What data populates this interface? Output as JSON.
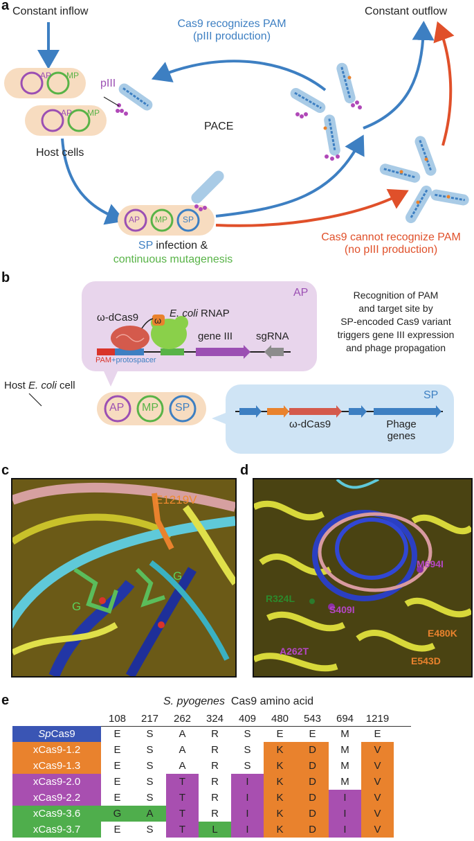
{
  "panels": {
    "a": "a",
    "b": "b",
    "c": "c",
    "d": "d",
    "e": "e"
  },
  "panel_a": {
    "constant_inflow": "Constant inflow",
    "constant_outflow": "Constant outflow",
    "recognize_line1": "Cas9 recognizes PAM",
    "recognize_line2": "(pIII production)",
    "pIII": "pIII",
    "pace": "PACE",
    "host_cells": "Host cells",
    "sp_word": "SP",
    "infection_rest": " infection &",
    "mutagenesis": "continuous mutagenesis",
    "cannot_line1": "Cas9 cannot recognize PAM",
    "cannot_line2": "(no pIII production)",
    "plasmids": {
      "ap": "AP",
      "mp": "MP",
      "sp": "SP"
    }
  },
  "panel_b": {
    "ap_label": "AP",
    "sp_label": "SP",
    "dcas9": "ω-dCas9",
    "omega": "ω",
    "ecoli_italic": "E. coli",
    "rnap": " RNAP",
    "gene_iii": "gene III",
    "sgrna": "sgRNA",
    "pam": "PAM",
    "protospacer": "+protospacer",
    "host_prefix": "Host ",
    "host_italic": "E. coli",
    "host_suffix": " cell",
    "recognition": [
      "Recognition of PAM",
      "and target site by",
      "SP-encoded Cas9 variant",
      "triggers gene III expression",
      "and phage propagation"
    ],
    "sp_dcas9": "ω-dCas9",
    "phage_line1": "Phage",
    "phage_line2": "genes"
  },
  "panel_c": {
    "mutation": "E1219V",
    "g_left": "G",
    "g_right": "G"
  },
  "panel_d": {
    "mutations": [
      "M694I",
      "R324L",
      "S409I",
      "E480K",
      "A262T",
      "E543D"
    ]
  },
  "panel_e": {
    "species": "S. pyogenes",
    "header_rest": "  Cas9 amino acid",
    "positions": [
      "108",
      "217",
      "262",
      "324",
      "409",
      "480",
      "543",
      "694",
      "1219"
    ],
    "rows": [
      {
        "name_italic": "Sp",
        "name": "Cas9",
        "cells": [
          "E",
          "S",
          "A",
          "R",
          "S",
          "E",
          "E",
          "M",
          "E"
        ]
      },
      {
        "name": "xCas9-1.2",
        "cells": [
          "E",
          "S",
          "A",
          "R",
          "S",
          "K",
          "D",
          "M",
          "V"
        ]
      },
      {
        "name": "xCas9-1.3",
        "cells": [
          "E",
          "S",
          "A",
          "R",
          "S",
          "K",
          "D",
          "M",
          "V"
        ]
      },
      {
        "name": "xCas9-2.0",
        "cells": [
          "E",
          "S",
          "T",
          "R",
          "I",
          "K",
          "D",
          "M",
          "V"
        ]
      },
      {
        "name": "xCas9-2.2",
        "cells": [
          "E",
          "S",
          "T",
          "R",
          "I",
          "K",
          "D",
          "I",
          "V"
        ]
      },
      {
        "name": "xCas9-3.6",
        "cells": [
          "G",
          "A",
          "T",
          "R",
          "I",
          "K",
          "D",
          "I",
          "V"
        ]
      },
      {
        "name": "xCas9-3.7",
        "cells": [
          "E",
          "S",
          "T",
          "L",
          "I",
          "K",
          "D",
          "I",
          "V"
        ]
      }
    ],
    "colors": {
      "blue": "#3a55b4",
      "orange": "#e9822d",
      "purple": "#a84fb0",
      "green": "#4fae4c"
    }
  }
}
